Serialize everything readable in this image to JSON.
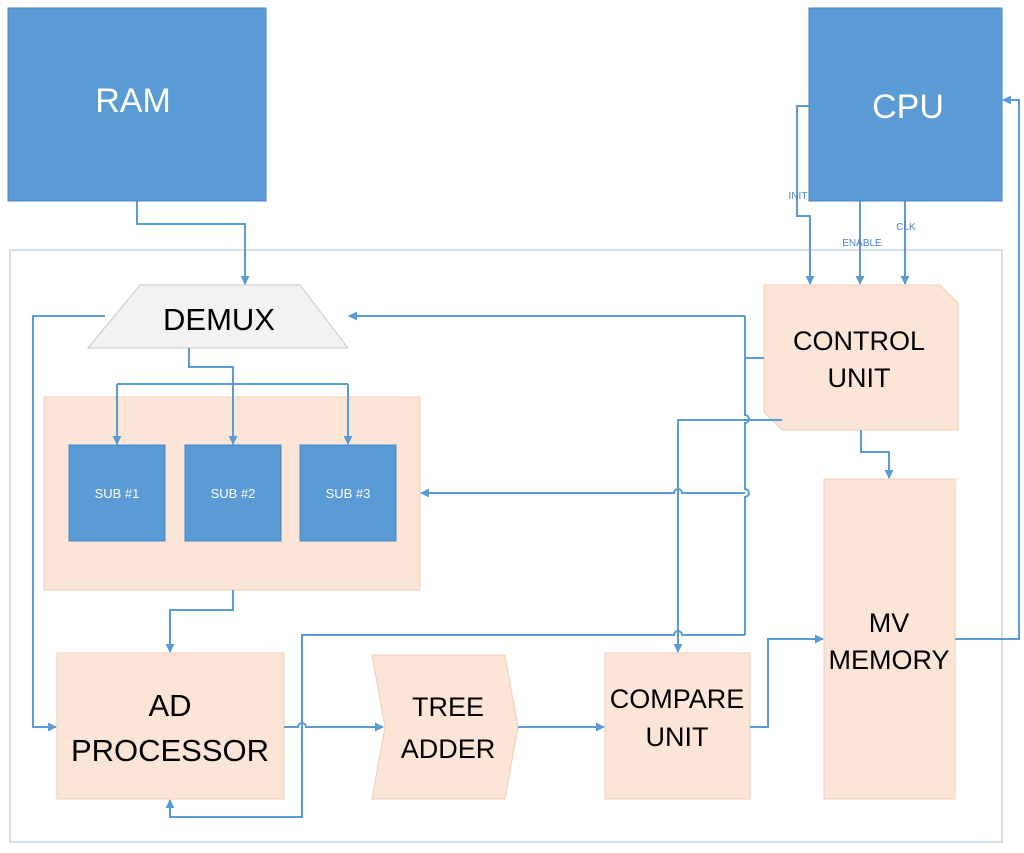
{
  "colors": {
    "blue_block": "#5b9bd5",
    "peach_block": "#fbe5d6",
    "wire": "#5b9bd5",
    "demux_fill": "#f2f2f2",
    "frame": "#c9d6e0"
  },
  "blocks": {
    "ram": "RAM",
    "cpu": "CPU",
    "demux": "DEMUX",
    "control_unit": [
      "CONTROL",
      "UNIT"
    ],
    "subs": [
      "SUB #1",
      "SUB #2",
      "SUB #3"
    ],
    "ad_processor": [
      "AD",
      "PROCESSOR"
    ],
    "tree_adder": [
      "TREE",
      "ADDER"
    ],
    "compare_unit": [
      "COMPARE",
      "UNIT"
    ],
    "mv_memory": [
      "MV",
      "MEMORY"
    ]
  },
  "signals": {
    "init": "INIT",
    "enable": "ENABLE",
    "clk": "CLK"
  }
}
